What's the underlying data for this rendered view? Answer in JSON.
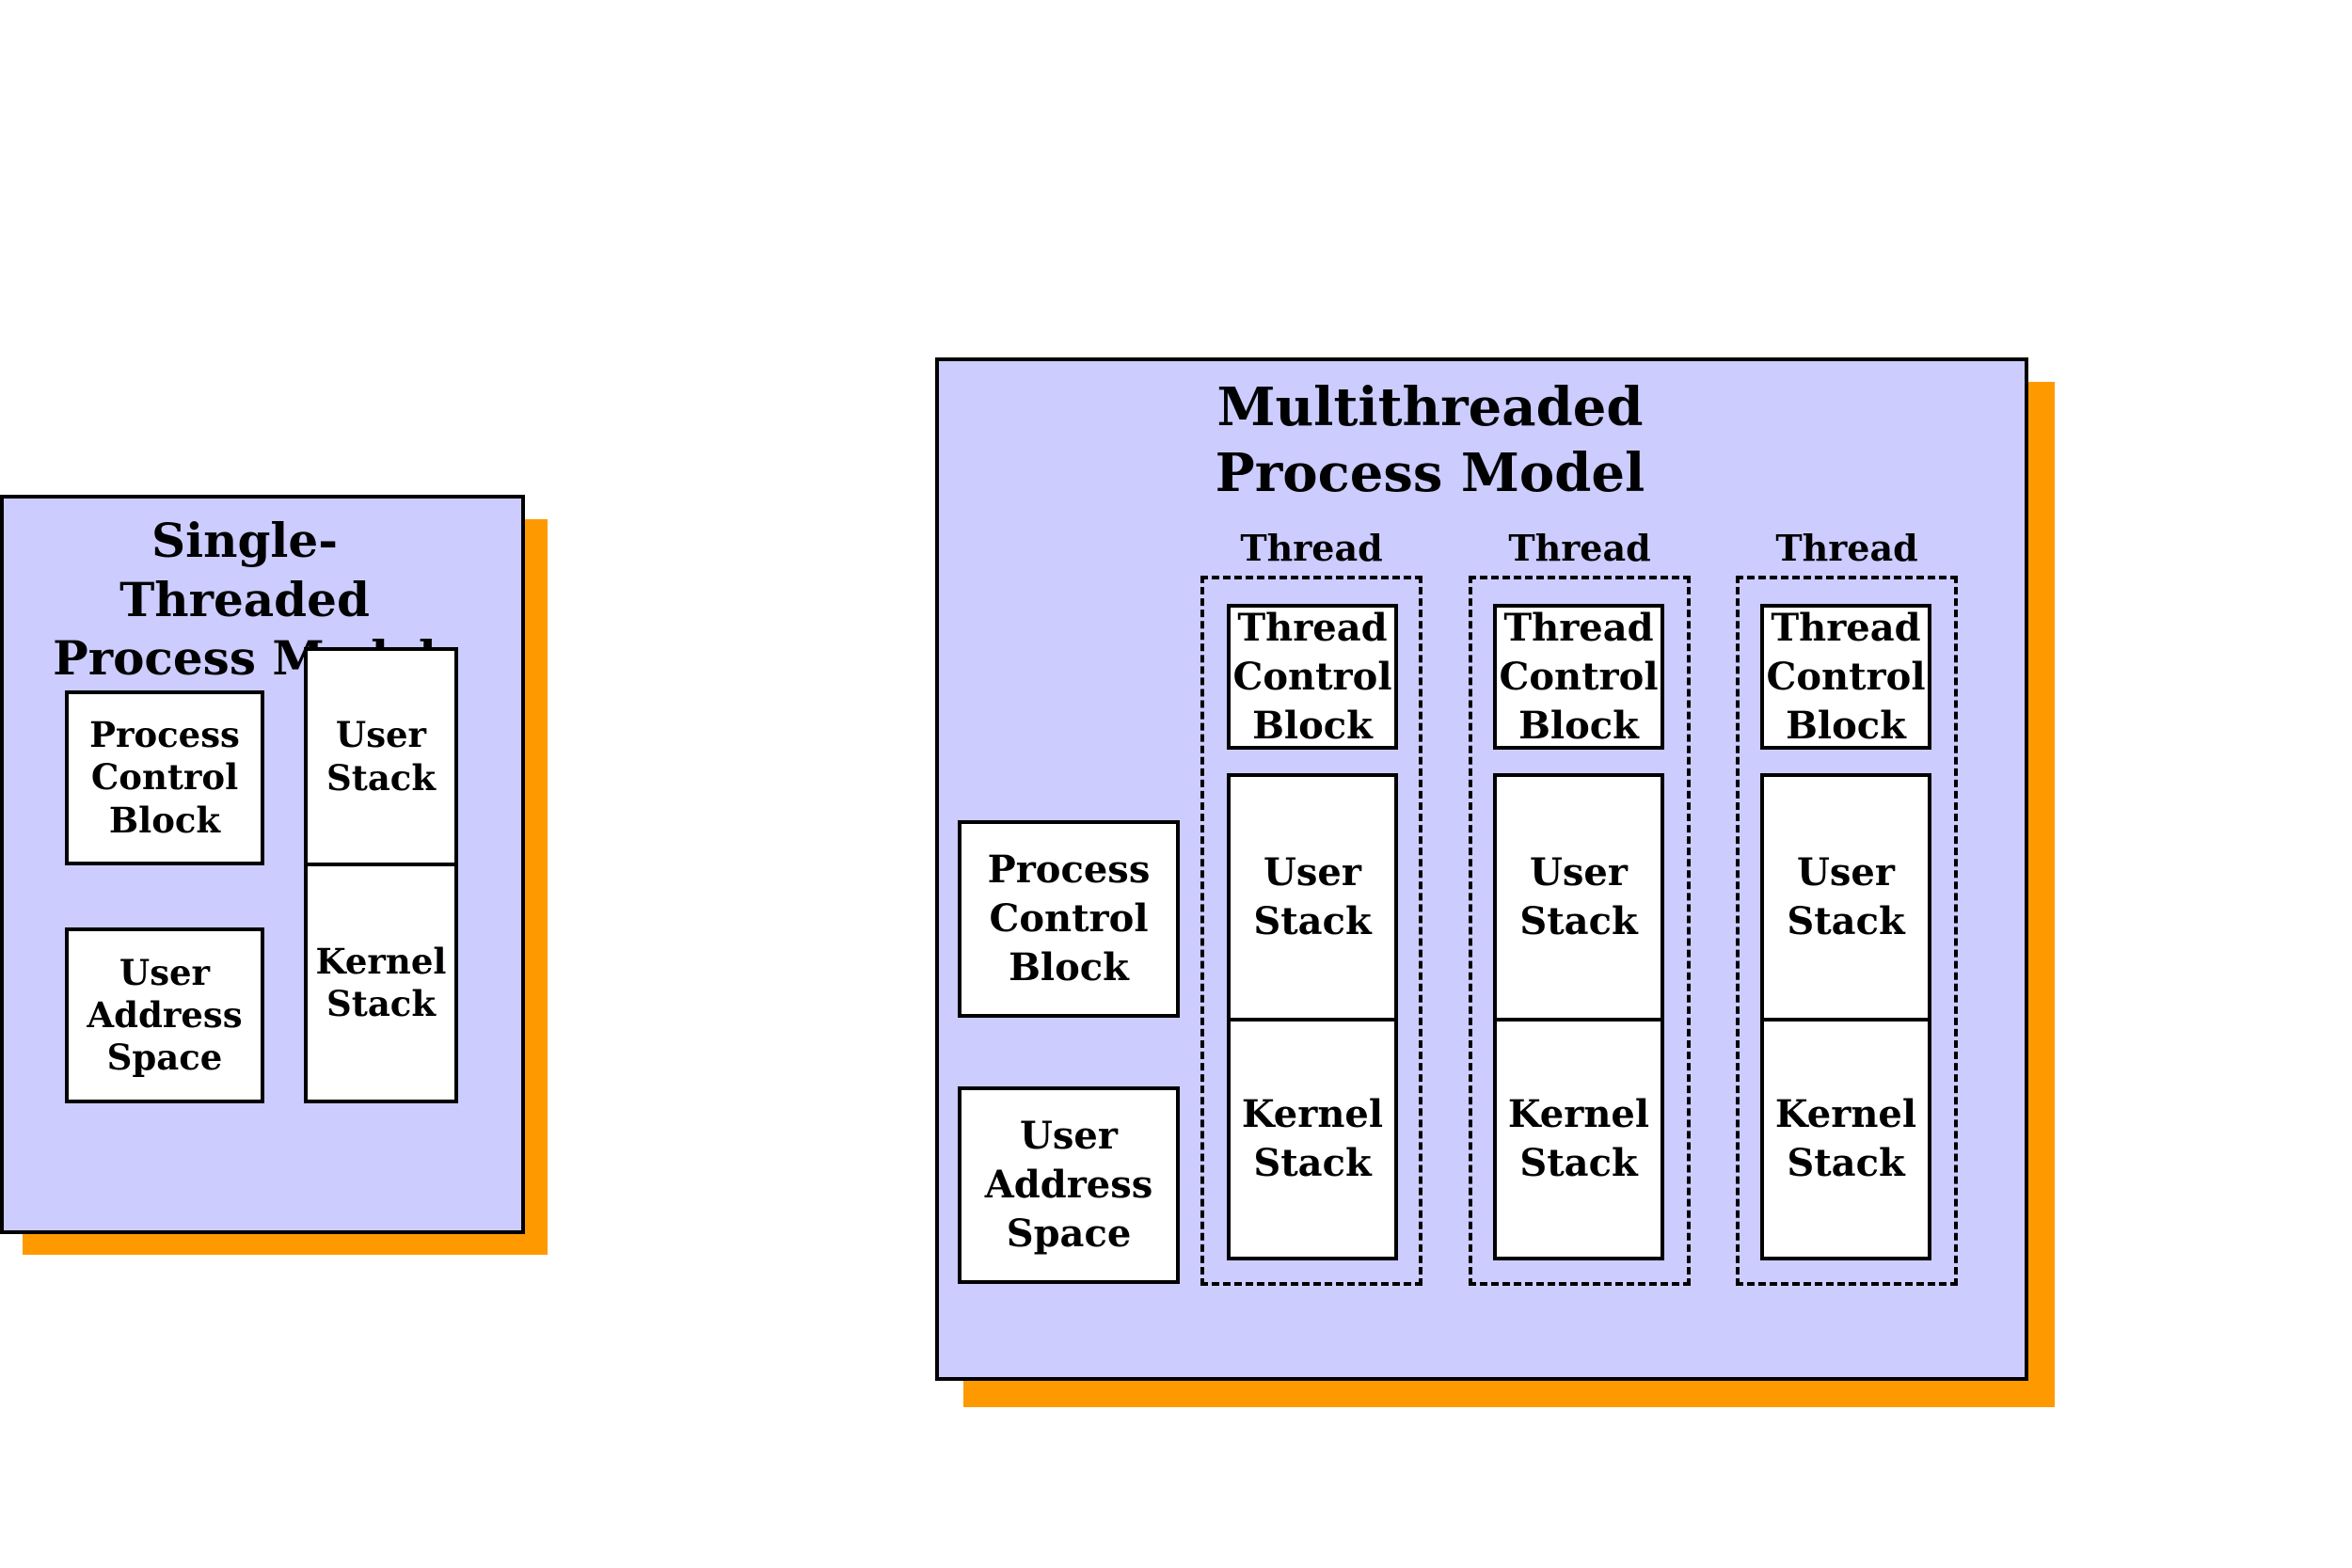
{
  "colors": {
    "panel_fill": "#CCCCFF",
    "shadow": "#FF9900",
    "box_fill": "#FFFFFF",
    "stroke": "#000000"
  },
  "single": {
    "title": "Single-Threaded\nProcess Model",
    "pcb": "Process\nControl\nBlock",
    "user_address_space": "User\nAddress\nSpace",
    "user_stack": "User\nStack",
    "kernel_stack": "Kernel\nStack"
  },
  "multi": {
    "title": "Multithreaded\nProcess Model",
    "pcb": "Process\nControl\nBlock",
    "user_address_space": "User\nAddress\nSpace",
    "threads": [
      {
        "label": "Thread",
        "tcb": "Thread\nControl\nBlock",
        "user_stack": "User\nStack",
        "kernel_stack": "Kernel\nStack"
      },
      {
        "label": "Thread",
        "tcb": "Thread\nControl\nBlock",
        "user_stack": "User\nStack",
        "kernel_stack": "Kernel\nStack"
      },
      {
        "label": "Thread",
        "tcb": "Thread\nControl\nBlock",
        "user_stack": "User\nStack",
        "kernel_stack": "Kernel\nStack"
      }
    ]
  }
}
